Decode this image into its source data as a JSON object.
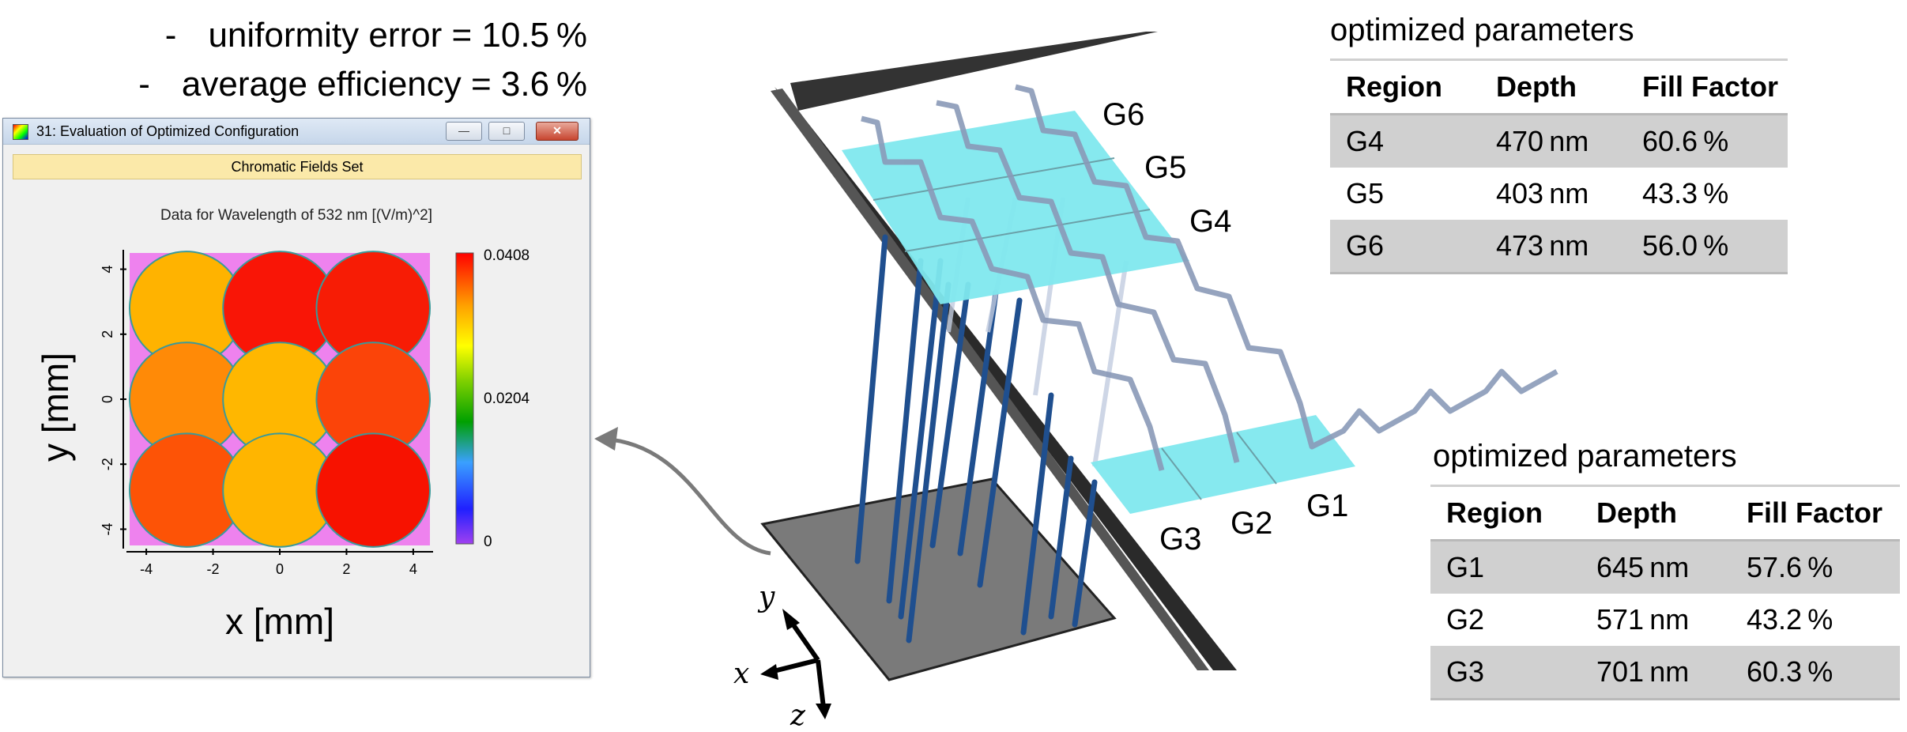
{
  "summary": {
    "uniformity": "uniformity error = 10.5 %",
    "efficiency": "average efficiency = 3.6 %",
    "dash": "-"
  },
  "window": {
    "title": "31: Evaluation of Optimized Configuration",
    "tab": "Chromatic Fields Set",
    "subtitle": "Data for Wavelength of 532 nm  [(V/m)^2]",
    "buttons": {
      "minimize": "—",
      "maximize": "□",
      "close": "✕"
    }
  },
  "chart_data": {
    "type": "heatmap",
    "subtitle": "Data for Wavelength of 532 nm  [(V/m)^2]",
    "xlabel": "x [mm]",
    "ylabel": "y [mm]",
    "x_ticks": [
      "-4",
      "-2",
      "0",
      "2",
      "4"
    ],
    "y_ticks": [
      "-4",
      "-2",
      "0",
      "2",
      "4"
    ],
    "xlim": [
      -4.5,
      4.5
    ],
    "ylim": [
      -4.5,
      4.5
    ],
    "colorbar": {
      "min": 0,
      "max": 0.0408,
      "ticks": [
        "0.0408",
        "0.0204",
        "0"
      ]
    },
    "background_value": 0.0,
    "background_color": "#ee82ee",
    "spots": [
      {
        "x": -2.8,
        "y": 2.8,
        "r": 1.7,
        "color": "#ffb300"
      },
      {
        "x": 0,
        "y": 2.8,
        "r": 1.7,
        "color": "#f91506"
      },
      {
        "x": 2.8,
        "y": 2.8,
        "r": 1.7,
        "color": "#f71c05"
      },
      {
        "x": -2.8,
        "y": 0,
        "r": 1.7,
        "color": "#ff8a07"
      },
      {
        "x": 0,
        "y": 0,
        "r": 1.7,
        "color": "#ffb700"
      },
      {
        "x": 2.8,
        "y": 0,
        "r": 1.7,
        "color": "#fb4409"
      },
      {
        "x": -2.8,
        "y": -2.8,
        "r": 1.7,
        "color": "#fd5306"
      },
      {
        "x": 0,
        "y": -2.8,
        "r": 1.7,
        "color": "#ffb500"
      },
      {
        "x": 2.8,
        "y": -2.8,
        "r": 1.7,
        "color": "#f71200"
      }
    ]
  },
  "upper_table": {
    "title": "optimized parameters",
    "headers": [
      "Region",
      "Depth",
      "Fill Factor"
    ],
    "rows": [
      [
        "G4",
        "470 nm",
        "60.6 %"
      ],
      [
        "G5",
        "403 nm",
        "43.3 %"
      ],
      [
        "G6",
        "473 nm",
        "56.0 %"
      ]
    ]
  },
  "lower_table": {
    "title": "optimized parameters",
    "headers": [
      "Region",
      "Depth",
      "Fill Factor"
    ],
    "rows": [
      [
        "G1",
        "645 nm",
        "57.6 %"
      ],
      [
        "G2",
        "571 nm",
        "43.2 %"
      ],
      [
        "G3",
        "701 nm",
        "60.3 %"
      ]
    ]
  },
  "grating_labels": {
    "g1": "G1",
    "g2": "G2",
    "g3": "G3",
    "g4": "G4",
    "g5": "G5",
    "g6": "G6"
  },
  "axes": {
    "x": "x",
    "y": "y",
    "z": "z"
  },
  "colors": {
    "grating": "#7fe8ee",
    "plate": "#7a7a7a",
    "waveguide": "#333333",
    "ray": "#1f4f8f",
    "zigzag": "#8a9ab8"
  }
}
